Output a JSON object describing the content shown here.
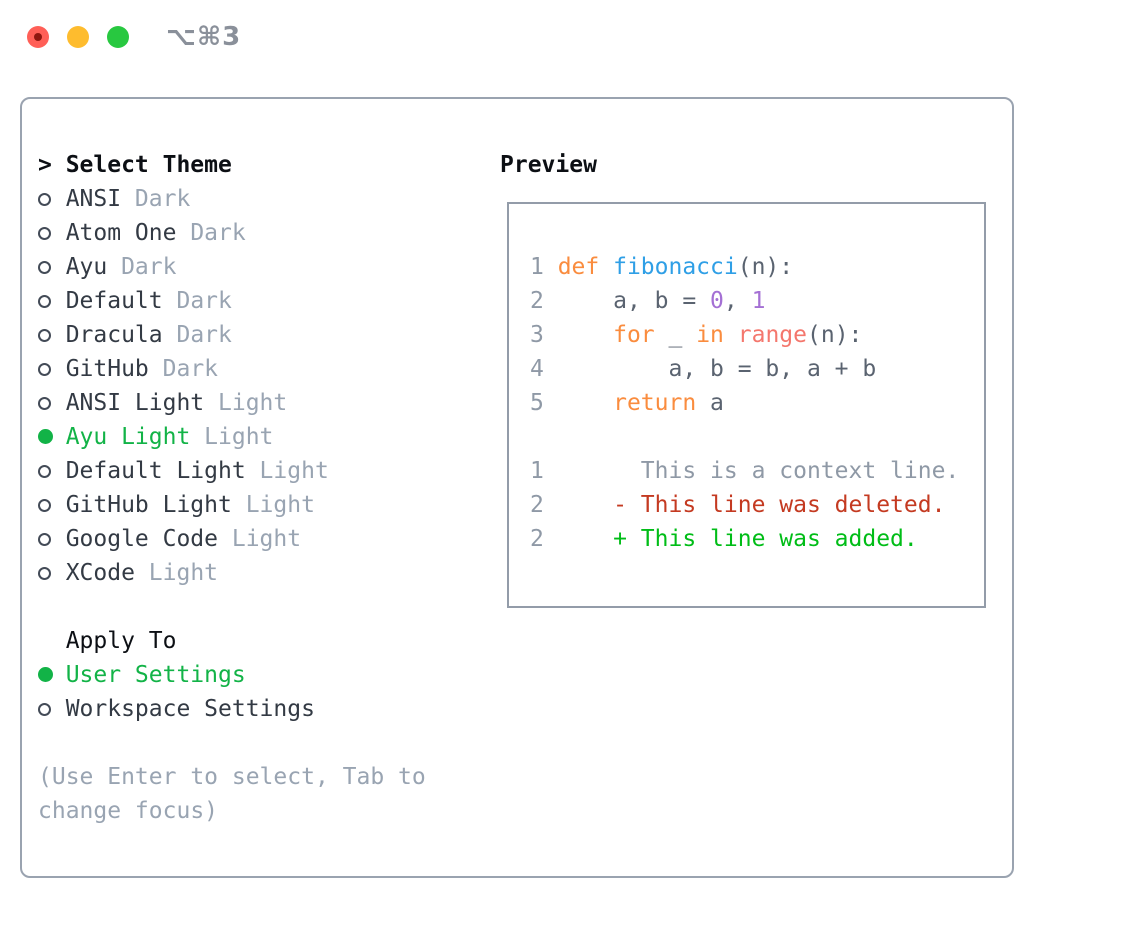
{
  "titlebar": {
    "shortcut": "⌥⌘3"
  },
  "theme_list": {
    "header_marker": ">",
    "header": "Select Theme",
    "items": [
      {
        "name": "ANSI",
        "variant": "Dark",
        "selected": false
      },
      {
        "name": "Atom One",
        "variant": "Dark",
        "selected": false
      },
      {
        "name": "Ayu",
        "variant": "Dark",
        "selected": false
      },
      {
        "name": "Default",
        "variant": "Dark",
        "selected": false
      },
      {
        "name": "Dracula",
        "variant": "Dark",
        "selected": false
      },
      {
        "name": "GitHub",
        "variant": "Dark",
        "selected": false
      },
      {
        "name": "ANSI Light",
        "variant": "Light",
        "selected": false
      },
      {
        "name": "Ayu Light",
        "variant": "Light",
        "selected": true
      },
      {
        "name": "Default Light",
        "variant": "Light",
        "selected": false
      },
      {
        "name": "GitHub Light",
        "variant": "Light",
        "selected": false
      },
      {
        "name": "Google Code",
        "variant": "Light",
        "selected": false
      },
      {
        "name": "XCode",
        "variant": "Light",
        "selected": false
      }
    ]
  },
  "apply_to": {
    "header": "Apply To",
    "options": [
      {
        "label": "User Settings",
        "selected": true
      },
      {
        "label": "Workspace Settings",
        "selected": false
      }
    ]
  },
  "help_text": "(Use Enter to select, Tab to change focus)",
  "preview": {
    "header": "Preview",
    "lines": [
      [
        {
          "c": "ln",
          "t": "1 "
        },
        {
          "c": "kw",
          "t": "def "
        },
        {
          "c": "fn",
          "t": "fibonacci"
        },
        {
          "c": "tx",
          "t": "(n):"
        }
      ],
      [
        {
          "c": "ln",
          "t": "2 "
        },
        {
          "c": "tx",
          "t": "    a, b = "
        },
        {
          "c": "num",
          "t": "0"
        },
        {
          "c": "tx",
          "t": ", "
        },
        {
          "c": "num",
          "t": "1"
        }
      ],
      [
        {
          "c": "ln",
          "t": "3 "
        },
        {
          "c": "tx",
          "t": "    "
        },
        {
          "c": "kw",
          "t": "for"
        },
        {
          "c": "tx",
          "t": " _ "
        },
        {
          "c": "kw",
          "t": "in"
        },
        {
          "c": "tx",
          "t": " "
        },
        {
          "c": "sp",
          "t": "range"
        },
        {
          "c": "tx",
          "t": "(n):"
        }
      ],
      [
        {
          "c": "ln",
          "t": "4 "
        },
        {
          "c": "tx",
          "t": "        a, b = b, a + b"
        }
      ],
      [
        {
          "c": "ln",
          "t": "5 "
        },
        {
          "c": "tx",
          "t": "    "
        },
        {
          "c": "kw",
          "t": "return"
        },
        {
          "c": "tx",
          "t": " a"
        }
      ],
      [],
      [
        {
          "c": "ln",
          "t": "1 "
        },
        {
          "c": "ctx",
          "t": "      This is a context line."
        }
      ],
      [
        {
          "c": "ln",
          "t": "2 "
        },
        {
          "c": "del",
          "t": "    - This line was deleted."
        }
      ],
      [
        {
          "c": "ln",
          "t": "2 "
        },
        {
          "c": "add",
          "t": "    + This line was added."
        }
      ]
    ]
  },
  "colors": {
    "accent_green": "#12b347",
    "item_text": "#333a44",
    "muted_gray": "#99a4b2",
    "header_text": "#0c0f14",
    "keyword_orange": "#fa8c3e",
    "function_blue": "#2f9fe6",
    "special_pink": "#f4776d",
    "number_purple": "#a470d4",
    "code_text": "#5a6370",
    "line_number_gray": "#8f99a6",
    "diff_red": "#c43a21",
    "diff_green": "#00bd17",
    "panel_border": "#9aa3b0",
    "box_border": "#939ca9",
    "traffic_red": "#ff5f57",
    "traffic_yellow": "#febc2e",
    "traffic_green": "#28c840",
    "shortcut_gray": "#8a909a"
  }
}
